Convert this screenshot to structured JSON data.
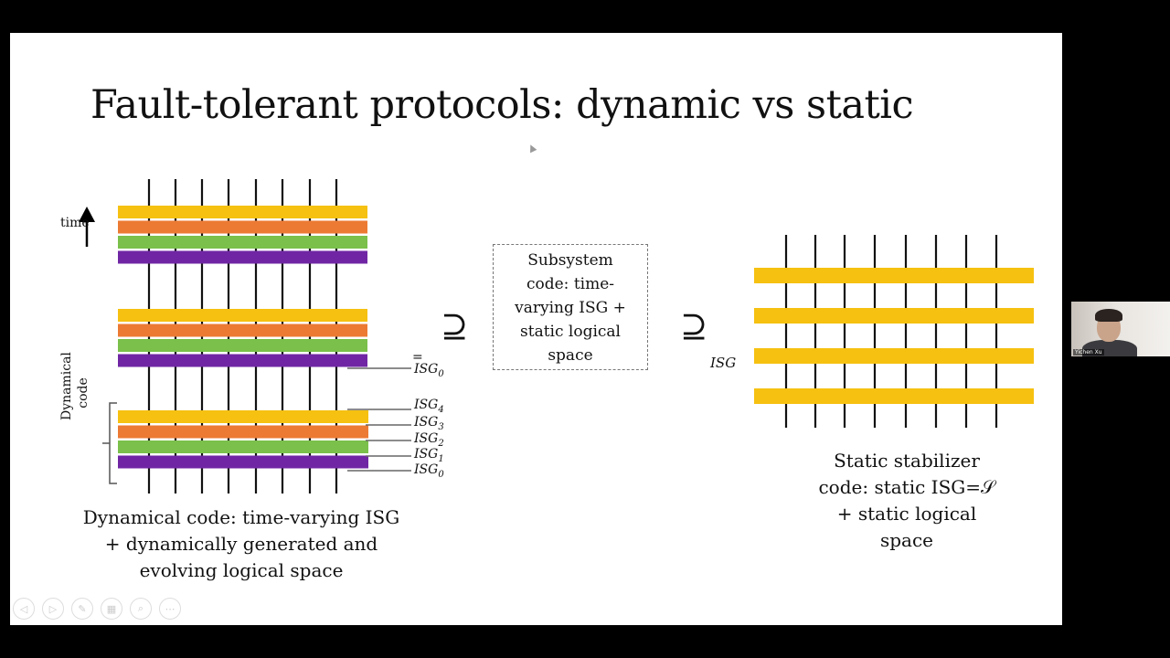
{
  "slide": {
    "title": "Fault-tolerant protocols: dynamic vs static"
  },
  "left": {
    "time_label": "time",
    "dynamical_label_line1": "Dynamical",
    "dynamical_label_line2": "code",
    "isg_labels": [
      "ISG",
      "ISG",
      "ISG",
      "ISG",
      "ISG",
      "ISG"
    ],
    "isg_subscripts": [
      "0",
      "4",
      "3",
      "2",
      "1",
      "0"
    ],
    "equals": "=",
    "caption_lines": [
      "Dynamical code: time-varying ISG",
      "+ dynamically generated and",
      "evolving logical space"
    ],
    "band_colors": [
      "#F6C110",
      "#EC7A33",
      "#7AC04B",
      "#7026A4"
    ]
  },
  "middle": {
    "supseteq_symbol": "⊇",
    "box_lines": [
      "Subsystem",
      "code: time-",
      "varying ISG +",
      "static logical",
      "space"
    ]
  },
  "right": {
    "isg_label": "ISG",
    "caption_lines": [
      "Static stabilizer",
      "code: static ISG=𝒮",
      "+ static logical",
      "space"
    ],
    "band_color": "#F6C110"
  },
  "toolbar": {
    "icons": [
      "prev-icon",
      "next-icon",
      "pen-icon",
      "slides-icon",
      "zoom-icon",
      "more-icon"
    ]
  },
  "webcam": {
    "name": "Yichen Xu"
  }
}
